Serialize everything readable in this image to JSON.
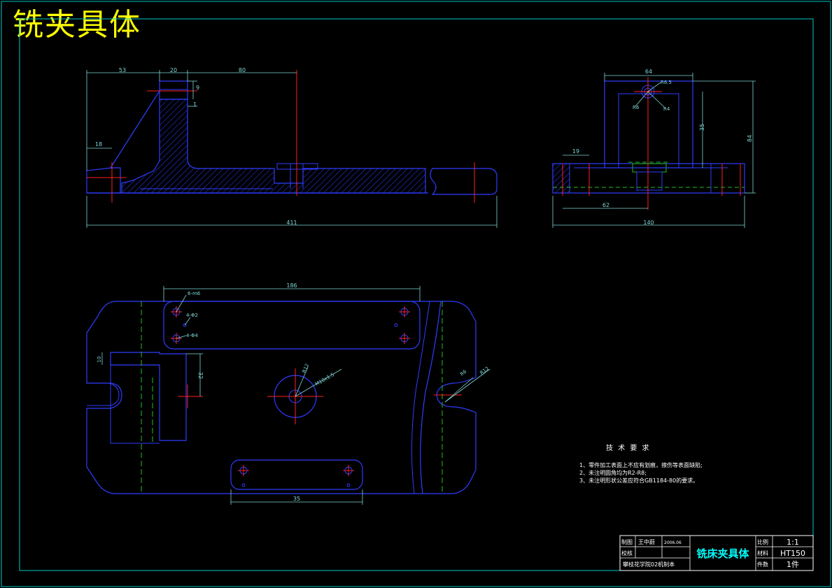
{
  "header": {
    "title": "铣夹具体"
  },
  "dimensions": {
    "front": {
      "top_53": "53",
      "top_20": "20",
      "top_80": "80",
      "right_9": "9",
      "right_1": "1",
      "left_18": "18",
      "bottom_411": "411"
    },
    "side": {
      "top_64": "64",
      "radius_r6_5": "R6.5",
      "radius_r6": "R6",
      "radius_r4": "R4",
      "height_35": "35",
      "height_84": "84",
      "left_19": "19",
      "bottom_62": "62",
      "bottom_140": "140"
    },
    "plan": {
      "top_186": "186",
      "holes_6m6": "6-m6",
      "holes_4phi2": "4-Φ2",
      "holes_4phi4": "4-Φ4",
      "left_10": "10",
      "slot_32": "32",
      "center_r12": "R12",
      "center_thread": "M10x1.5",
      "right_r6": "R6",
      "right_r12": "R12",
      "bottom_35": "35"
    }
  },
  "tech_requirements": {
    "heading": "技 术 要 求",
    "items": [
      "1、零件加工表面上不应有划痕，擦伤等表面缺陷;",
      "2、未注明圆角均为R2-R8;",
      "3、未注明形状公差应符合GB1184-80的要求。"
    ]
  },
  "title_block": {
    "draw_label": "制图",
    "drawer_name": "王中蔚",
    "date": "2006.06",
    "check_label": "校核",
    "school": "攀枝花学院02机制本",
    "part_name": "铣床夹具体",
    "scale_label": "比例",
    "scale_value": "1:1",
    "material_label": "材料",
    "material_value": "HT150",
    "qty_label": "件数",
    "qty_value": "1件"
  },
  "colors": {
    "background": "#000000",
    "border": "#00c8c8",
    "outline": "#2f3cff",
    "dimension": "#7fd6d6",
    "centerline": "#ff2020",
    "hidden": "#20c020",
    "title_yellow": "#ffff00",
    "text_white": "#ffffff"
  }
}
